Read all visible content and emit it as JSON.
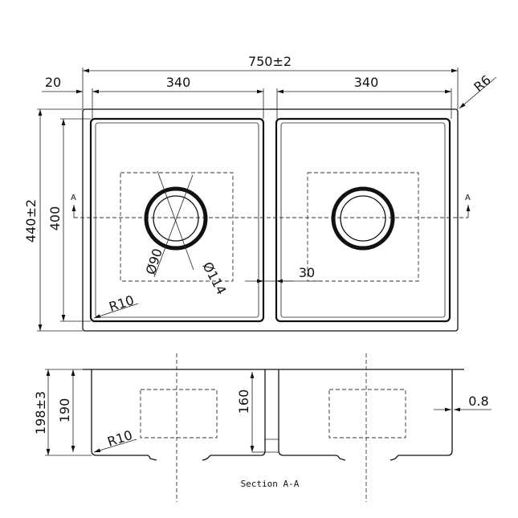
{
  "plan": {
    "overall_width": "750±2",
    "flange": "20",
    "bowl_left_width": "340",
    "bowl_right_width": "340",
    "corner_radius_outer": "R6",
    "overall_depth": "440±2",
    "bowl_depth": "400",
    "section_mark_left": "A",
    "section_mark_right": "A",
    "drain_inner_dia": "Ø90",
    "drain_outer_dia": "Ø114",
    "divider_width": "30",
    "bowl_corner_radius": "R10"
  },
  "section": {
    "overall_height": "198±3",
    "bowl_height": "190",
    "divider_height": "160",
    "bowl_corner_radius": "R10",
    "thickness": "0.8",
    "caption": "Section A-A"
  }
}
